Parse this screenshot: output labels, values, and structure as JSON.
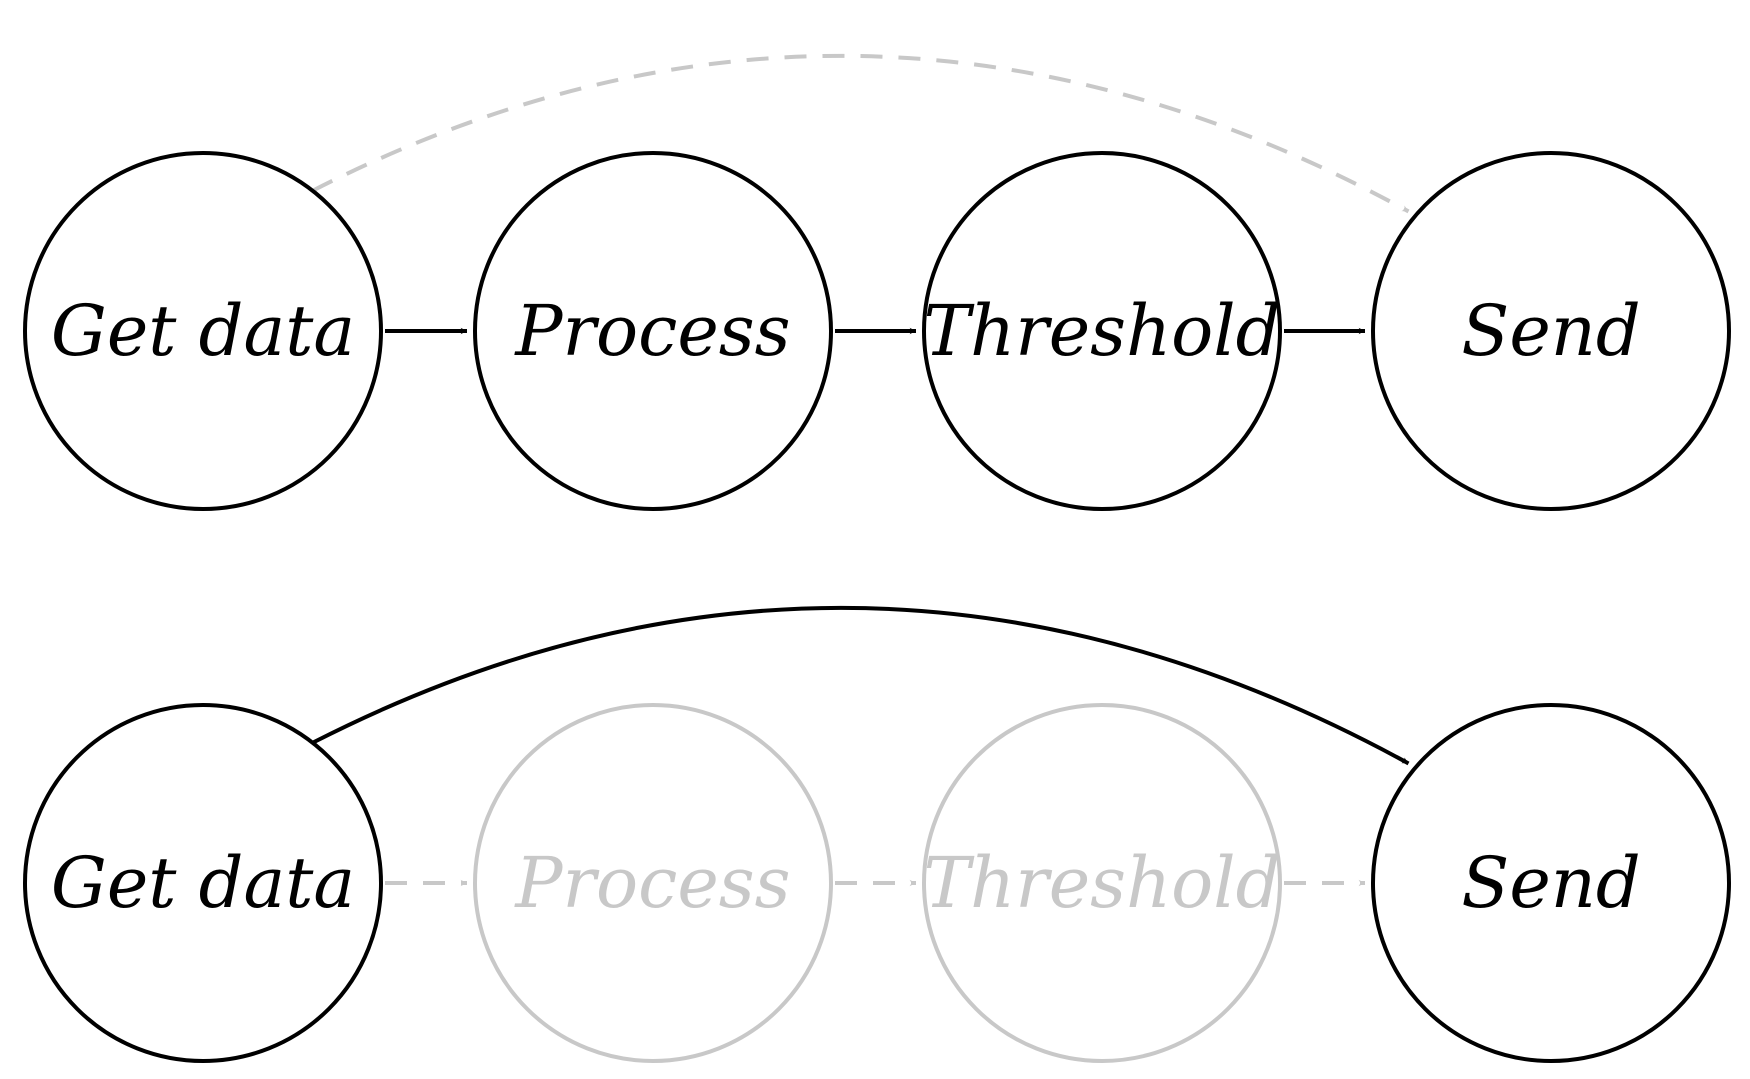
{
  "colors": {
    "active": "#000000",
    "inactive": "#c8c8c8"
  },
  "diagrams": [
    {
      "nodes": [
        {
          "label": "Get data",
          "state": "active"
        },
        {
          "label": "Process",
          "state": "active"
        },
        {
          "label": "Threshold",
          "state": "active"
        },
        {
          "label": "Send",
          "state": "active"
        }
      ],
      "edges": [
        {
          "from": 0,
          "to": 1,
          "state": "active",
          "style": "solid"
        },
        {
          "from": 1,
          "to": 2,
          "state": "active",
          "style": "solid"
        },
        {
          "from": 2,
          "to": 3,
          "state": "active",
          "style": "solid"
        },
        {
          "from": 0,
          "to": 3,
          "state": "inactive",
          "style": "dashed"
        }
      ]
    },
    {
      "nodes": [
        {
          "label": "Get data",
          "state": "active"
        },
        {
          "label": "Process",
          "state": "inactive"
        },
        {
          "label": "Threshold",
          "state": "inactive"
        },
        {
          "label": "Send",
          "state": "active"
        }
      ],
      "edges": [
        {
          "from": 0,
          "to": 1,
          "state": "inactive",
          "style": "dashed"
        },
        {
          "from": 1,
          "to": 2,
          "state": "inactive",
          "style": "dashed"
        },
        {
          "from": 2,
          "to": 3,
          "state": "inactive",
          "style": "dashed"
        },
        {
          "from": 0,
          "to": 3,
          "state": "active",
          "style": "solid"
        }
      ]
    }
  ]
}
